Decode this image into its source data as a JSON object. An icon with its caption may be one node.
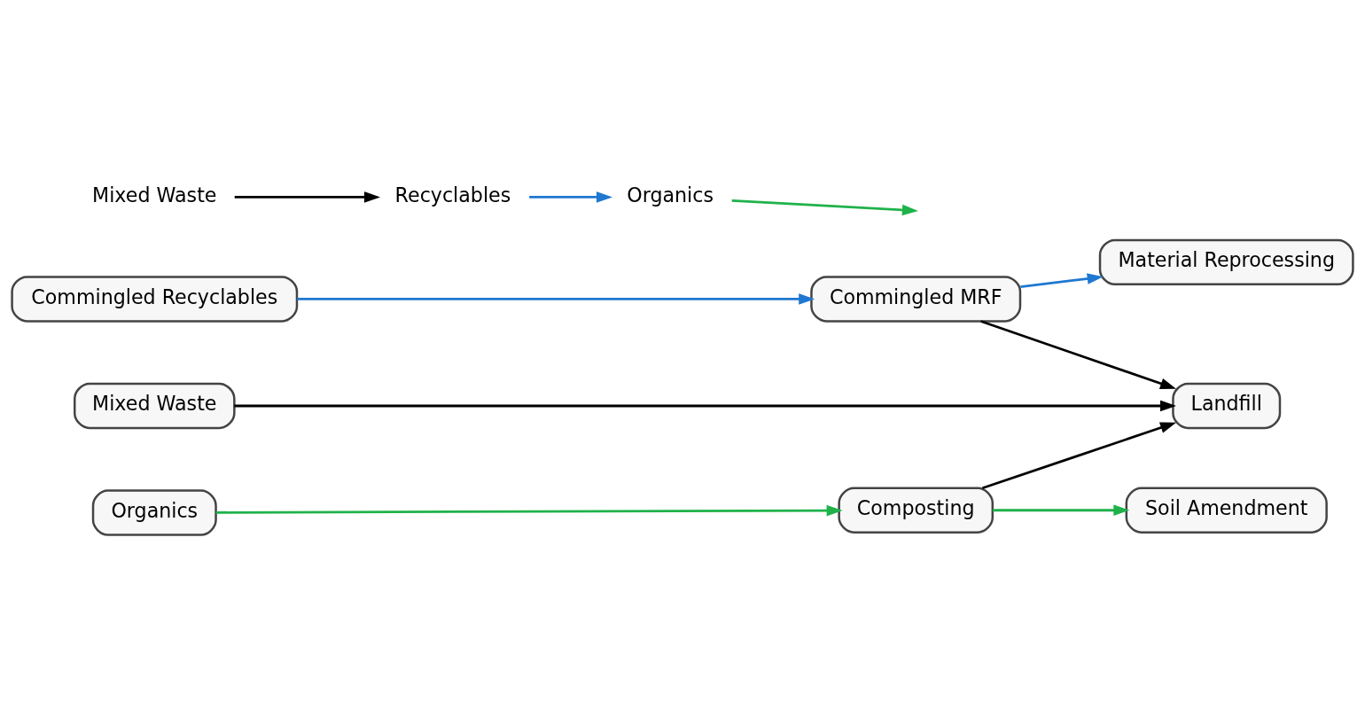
{
  "diagram": {
    "nodes": [
      {
        "text": [
          "Commingled Recyclables"
        ]
      },
      {
        "text": [
          "Commingled MRF"
        ]
      },
      {
        "text": [
          "Material Reprocessing"
        ]
      },
      {
        "text": [
          "Mixed Waste"
        ]
      },
      {
        "text": [
          "Soil Amendment"
        ]
      },
      {
        "text": [
          "Organics"
        ]
      },
      {
        "text": [
          "Composting"
        ]
      },
      {
        "text": [
          "Landfill"
        ]
      }
    ],
    "edges": [
      {
        "from": 0,
        "to": 1,
        "arrow": "to",
        "color": "#1f78d1"
      },
      {
        "from": 1,
        "to": 2,
        "arrow": "to",
        "color": "#1f78d1"
      },
      {
        "from": 1,
        "to": 7,
        "arrow": "to"
      },
      {
        "from": 3,
        "to": 7,
        "arrow": "to"
      },
      {
        "from": 5,
        "to": 6,
        "arrow": "to",
        "color": "#1fb24a"
      },
      {
        "from": 6,
        "to": 4,
        "arrow": "to",
        "color": "#1fb24a"
      },
      {
        "from": 6,
        "to": 7,
        "arrow": "to"
      }
    ],
    "legend": [
      {
        "text": "Mixed Waste",
        "color": "#000000"
      },
      {
        "text": "Recyclables",
        "color": "#1f78d1"
      },
      {
        "text": "Organics",
        "color": "#1fb24a"
      }
    ]
  }
}
